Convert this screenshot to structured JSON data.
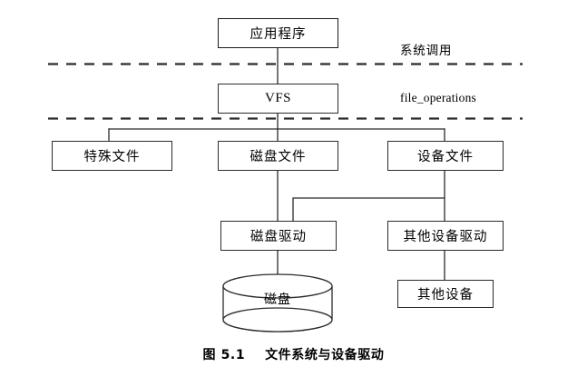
{
  "figure": {
    "caption": "图 5.1    文件系统与设备驱动",
    "background_color": "#ffffff",
    "line_color": "#2b2b2b"
  },
  "layer_labels": [
    {
      "text": "系统调用",
      "script": "han"
    },
    {
      "text": "file_operations",
      "script": "latin"
    }
  ],
  "nodes": {
    "application": "应用程序",
    "vfs": "VFS",
    "special_file": "特殊文件",
    "disk_file": "磁盘文件",
    "device_file": "设备文件",
    "disk_driver": "磁盘驱动",
    "other_device_driver": "其他设备驱动",
    "disk": "磁盘",
    "other_device": "其他设备"
  },
  "diagram_data": {
    "type": "layered-block-diagram",
    "layers": [
      {
        "name": "user-space",
        "nodes": [
          "应用程序"
        ]
      },
      {
        "name": "system-call-boundary",
        "divider": "系统调用"
      },
      {
        "name": "vfs-layer",
        "nodes": [
          "VFS"
        ]
      },
      {
        "name": "file-operations-boundary",
        "divider": "file_operations"
      },
      {
        "name": "file-type-layer",
        "nodes": [
          "特殊文件",
          "磁盘文件",
          "设备文件"
        ]
      },
      {
        "name": "driver-layer",
        "nodes": [
          "磁盘驱动",
          "其他设备驱动"
        ]
      },
      {
        "name": "hardware-layer",
        "nodes": [
          "磁盘",
          "其他设备"
        ]
      }
    ],
    "edges": [
      {
        "from": "应用程序",
        "to": "VFS"
      },
      {
        "from": "VFS",
        "to": "特殊文件"
      },
      {
        "from": "VFS",
        "to": "磁盘文件"
      },
      {
        "from": "VFS",
        "to": "设备文件"
      },
      {
        "from": "磁盘文件",
        "to": "磁盘驱动"
      },
      {
        "from": "设备文件",
        "to": "磁盘驱动"
      },
      {
        "from": "设备文件",
        "to": "其他设备驱动"
      },
      {
        "from": "磁盘驱动",
        "to": "磁盘"
      },
      {
        "from": "其他设备驱动",
        "to": "其他设备"
      }
    ]
  }
}
